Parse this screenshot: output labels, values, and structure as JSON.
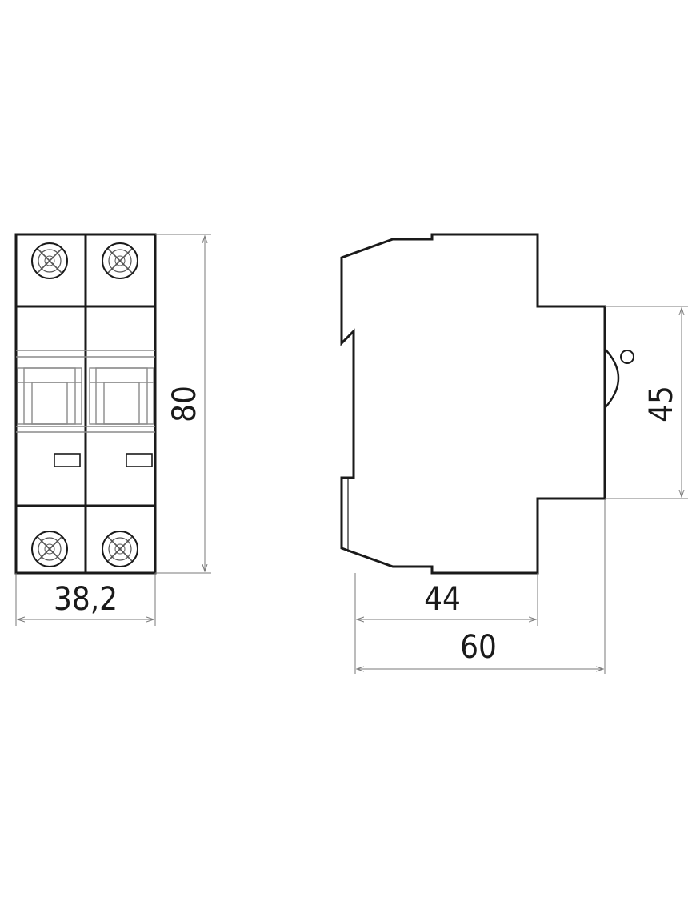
{
  "front_view": {
    "dim_width": "38,2",
    "dim_height": "80"
  },
  "side_view": {
    "dim_depth_inner": "44",
    "dim_depth_total": "60",
    "dim_front_height": "45"
  },
  "colors": {
    "line": "#1a1a1a",
    "dimension_line": "#7a7a7a",
    "background": "#ffffff"
  }
}
